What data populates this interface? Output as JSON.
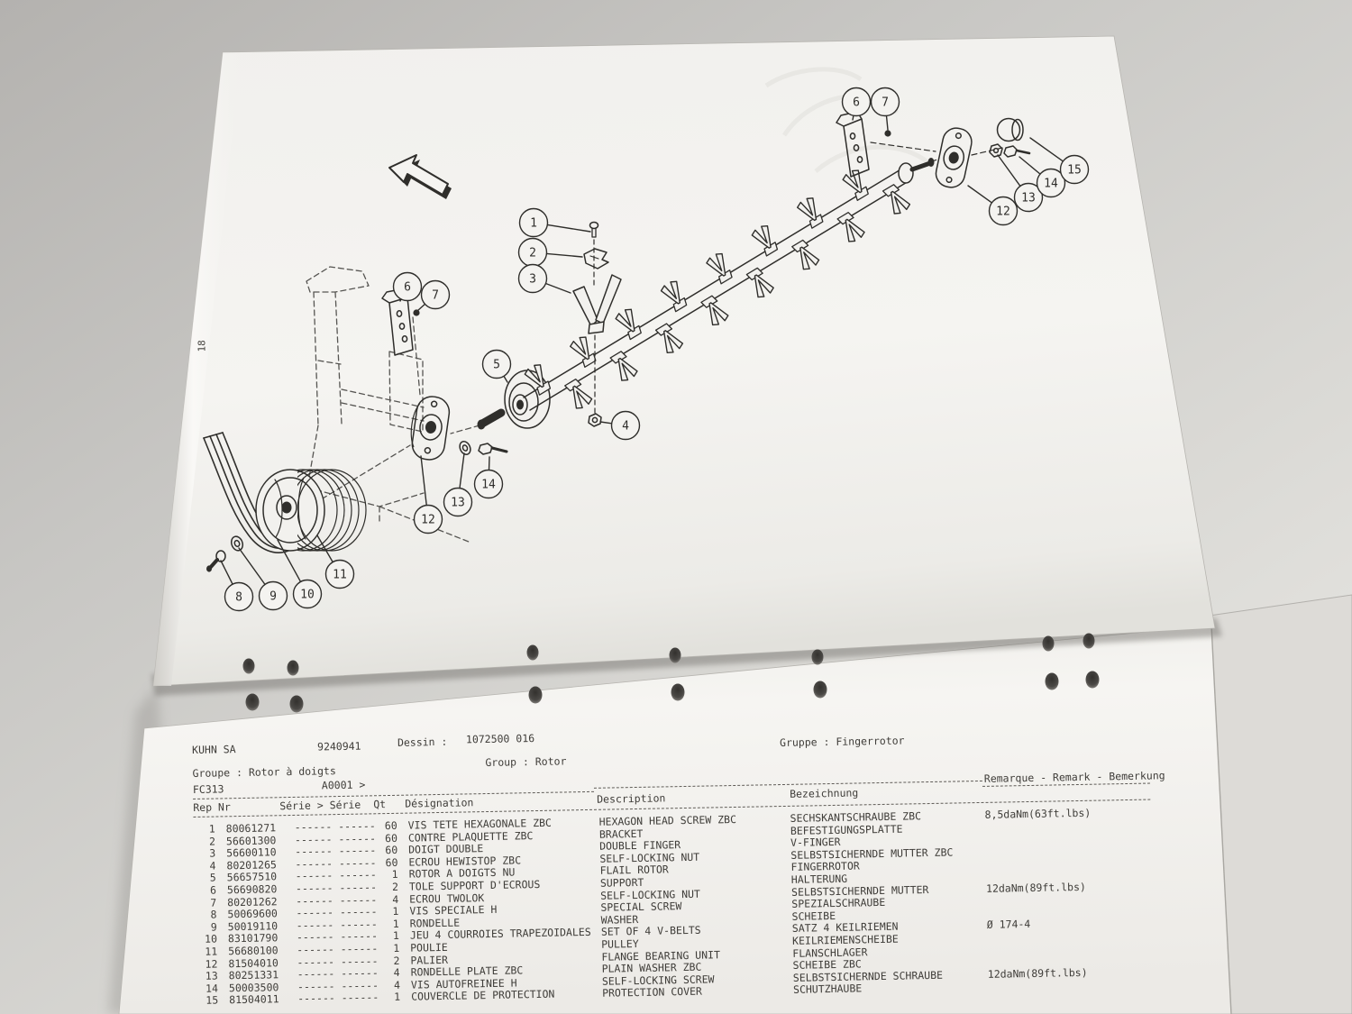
{
  "palette": {
    "paper": "#f4f3f0",
    "ink": "#2f2e2b",
    "background": "#c9c8c5"
  },
  "upper_page": {
    "page_number": "18"
  },
  "diagram": {
    "callouts": [
      "1",
      "2",
      "3",
      "4",
      "5",
      "6",
      "7",
      "6",
      "7",
      "8",
      "9",
      "10",
      "11",
      "12",
      "13",
      "14",
      "12",
      "13",
      "14",
      "15"
    ]
  },
  "doc_header": {
    "company": "KUHN SA",
    "code": "9240941",
    "dessin_label": "Dessin :",
    "dessin_value": "1072500 016",
    "gruppe_de": "Gruppe : Fingerrotor",
    "groupe_fr": "Groupe : Rotor à doigts",
    "group_en": "Group : Rotor",
    "model": "FC313",
    "serie_range": "A0001 >"
  },
  "table": {
    "col_rep": "Rep Nr",
    "col_serie": "Série > Série",
    "col_qt": "Qt",
    "col_designation": "Désignation",
    "col_description": "Description",
    "col_bezeichnung": "Bezeichnung",
    "col_remark": "Remarque - Remark - Bemerkung",
    "serie_dashes": "------ ------",
    "rows": [
      {
        "rep": "1",
        "nr": "80061271",
        "qt": "60",
        "fr": "VIS TETE HEXAGONALE ZBC",
        "en": "HEXAGON HEAD SCREW ZBC",
        "de": "SECHSKANTSCHRAUBE ZBC",
        "rem": "8,5daNm(63ft.lbs)"
      },
      {
        "rep": "2",
        "nr": "56601300",
        "qt": "60",
        "fr": "CONTRE PLAQUETTE ZBC",
        "en": "BRACKET",
        "de": "BEFESTIGUNGSPLATTE",
        "rem": ""
      },
      {
        "rep": "3",
        "nr": "56600110",
        "qt": "60",
        "fr": "DOIGT DOUBLE",
        "en": "DOUBLE FINGER",
        "de": "V-FINGER",
        "rem": ""
      },
      {
        "rep": "4",
        "nr": "80201265",
        "qt": "60",
        "fr": "ECROU HEWISTOP ZBC",
        "en": "SELF-LOCKING NUT",
        "de": "SELBSTSICHERNDE MUTTER ZBC",
        "rem": ""
      },
      {
        "rep": "5",
        "nr": "56657510",
        "qt": "1",
        "fr": "ROTOR A DOIGTS NU",
        "en": "FLAIL ROTOR",
        "de": "FINGERROTOR",
        "rem": ""
      },
      {
        "rep": "6",
        "nr": "56690820",
        "qt": "2",
        "fr": "TOLE SUPPORT D'ECROUS",
        "en": "SUPPORT",
        "de": "HALTERUNG",
        "rem": ""
      },
      {
        "rep": "7",
        "nr": "80201262",
        "qt": "4",
        "fr": "ECROU TWOLOK",
        "en": "SELF-LOCKING NUT",
        "de": "SELBSTSICHERNDE MUTTER",
        "rem": "12daNm(89ft.lbs)"
      },
      {
        "rep": "8",
        "nr": "50069600",
        "qt": "1",
        "fr": "VIS SPECIALE H",
        "en": "SPECIAL SCREW",
        "de": "SPEZIALSCHRAUBE",
        "rem": ""
      },
      {
        "rep": "9",
        "nr": "50019110",
        "qt": "1",
        "fr": "RONDELLE",
        "en": "WASHER",
        "de": "SCHEIBE",
        "rem": ""
      },
      {
        "rep": "10",
        "nr": "83101790",
        "qt": "1",
        "fr": "JEU 4 COURROIES TRAPEZOIDALES",
        "en": "SET OF 4 V-BELTS",
        "de": "SATZ 4 KEILRIEMEN",
        "rem": "Ø 174-4"
      },
      {
        "rep": "11",
        "nr": "56680100",
        "qt": "1",
        "fr": "POULIE",
        "en": "PULLEY",
        "de": "KEILRIEMENSCHEIBE",
        "rem": ""
      },
      {
        "rep": "12",
        "nr": "81504010",
        "qt": "2",
        "fr": "PALIER",
        "en": "FLANGE BEARING UNIT",
        "de": "FLANSCHLAGER",
        "rem": ""
      },
      {
        "rep": "13",
        "nr": "80251331",
        "qt": "4",
        "fr": "RONDELLE PLATE ZBC",
        "en": "PLAIN WASHER ZBC",
        "de": "SCHEIBE ZBC",
        "rem": ""
      },
      {
        "rep": "14",
        "nr": "50003500",
        "qt": "4",
        "fr": "VIS AUTOFREINEE H",
        "en": "SELF-LOCKING SCREW",
        "de": "SELBSTSICHERNDE SCHRAUBE",
        "rem": "12daNm(89ft.lbs)"
      },
      {
        "rep": "15",
        "nr": "81504011",
        "qt": "1",
        "fr": "COUVERCLE DE PROTECTION",
        "en": "PROTECTION COVER",
        "de": "SCHUTZHAUBE",
        "rem": ""
      }
    ]
  }
}
